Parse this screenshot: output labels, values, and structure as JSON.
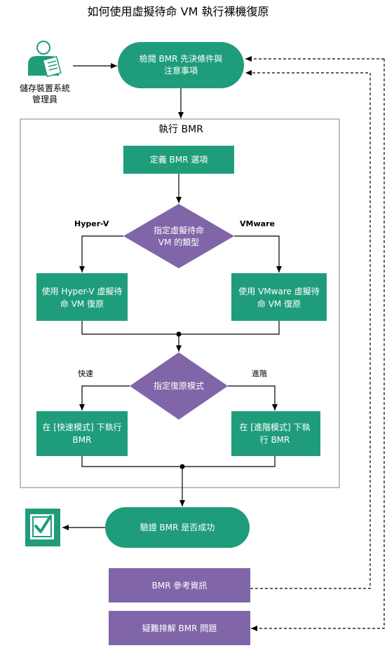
{
  "title": "如何使用虛擬待命 VM 執行裸機復原",
  "actor": {
    "line1": "儲存裝置系統",
    "line2": "管理員"
  },
  "nodes": {
    "review": {
      "line1": "檢閱 BMR 先決條件與",
      "line2": "注意事項"
    },
    "group_label": "執行 BMR",
    "define": "定義 BMR 選項",
    "decision_vm": {
      "line1": "指定虛擬待命",
      "line2": "VM 的類型"
    },
    "branch_hyperv": "Hyper-V",
    "branch_vmware": "VMware",
    "restore_hyperv": {
      "line1": "使用 Hyper-V 虛擬待",
      "line2": "命 VM 復原"
    },
    "restore_vmware": {
      "line1": "使用 VMware 虛擬待",
      "line2": "命 VM 復原"
    },
    "decision_mode": "指定復原模式",
    "branch_express": "快速",
    "branch_advanced": "進階",
    "express_mode": {
      "line1": "在 [快速模式] 下執行",
      "line2": "BMR"
    },
    "advanced_mode": {
      "line1": "在 [進階模式] 下執",
      "line2": "行 BMR"
    },
    "verify": "驗證 BMR 是否成功",
    "reference": "BMR 參考資訊",
    "troubleshoot": "疑難排解 BMR 問題"
  },
  "colors": {
    "green": "#1f9d7b",
    "purple": "#8065a8",
    "line": "#000000",
    "frame": "#7f7f7f"
  }
}
